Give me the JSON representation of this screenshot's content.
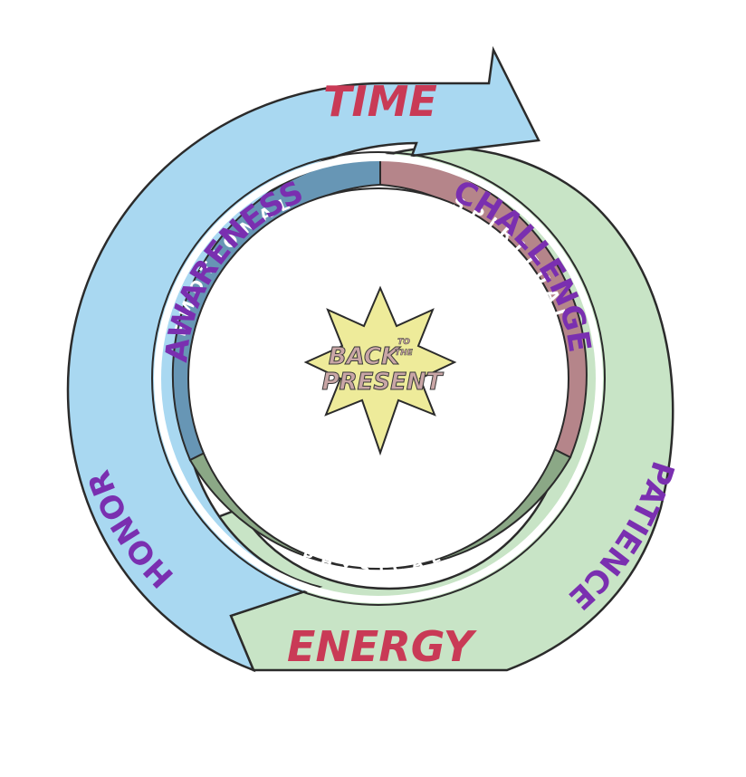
{
  "diagram": {
    "top_arrow_word": "TIME",
    "bottom_arrow_word": "ENERGY",
    "left_words": [
      "AWARENESS",
      "HONOR"
    ],
    "right_words": [
      "CHALLENGE",
      "PATIENCE"
    ],
    "ring_segments": [
      "EMOTIONAL",
      "SPIRITUAL",
      "PHYSICAL"
    ],
    "center_logo": {
      "line1": "BACK",
      "small_top": "TO",
      "small_bottom": "THE",
      "line2": "PRESENT"
    }
  },
  "colors": {
    "blue_arrow_fill": "#a9d8f1",
    "green_arrow_fill": "#c8e4c6",
    "outline": "#2b2b2b",
    "emotional_fill": "#6796b5",
    "spiritual_fill": "#b5858a",
    "physical_fill": "#8ba886",
    "purple_text": "#7a2fb0",
    "red_text": "#c93a56",
    "star_fill": "#eeeb9a"
  }
}
